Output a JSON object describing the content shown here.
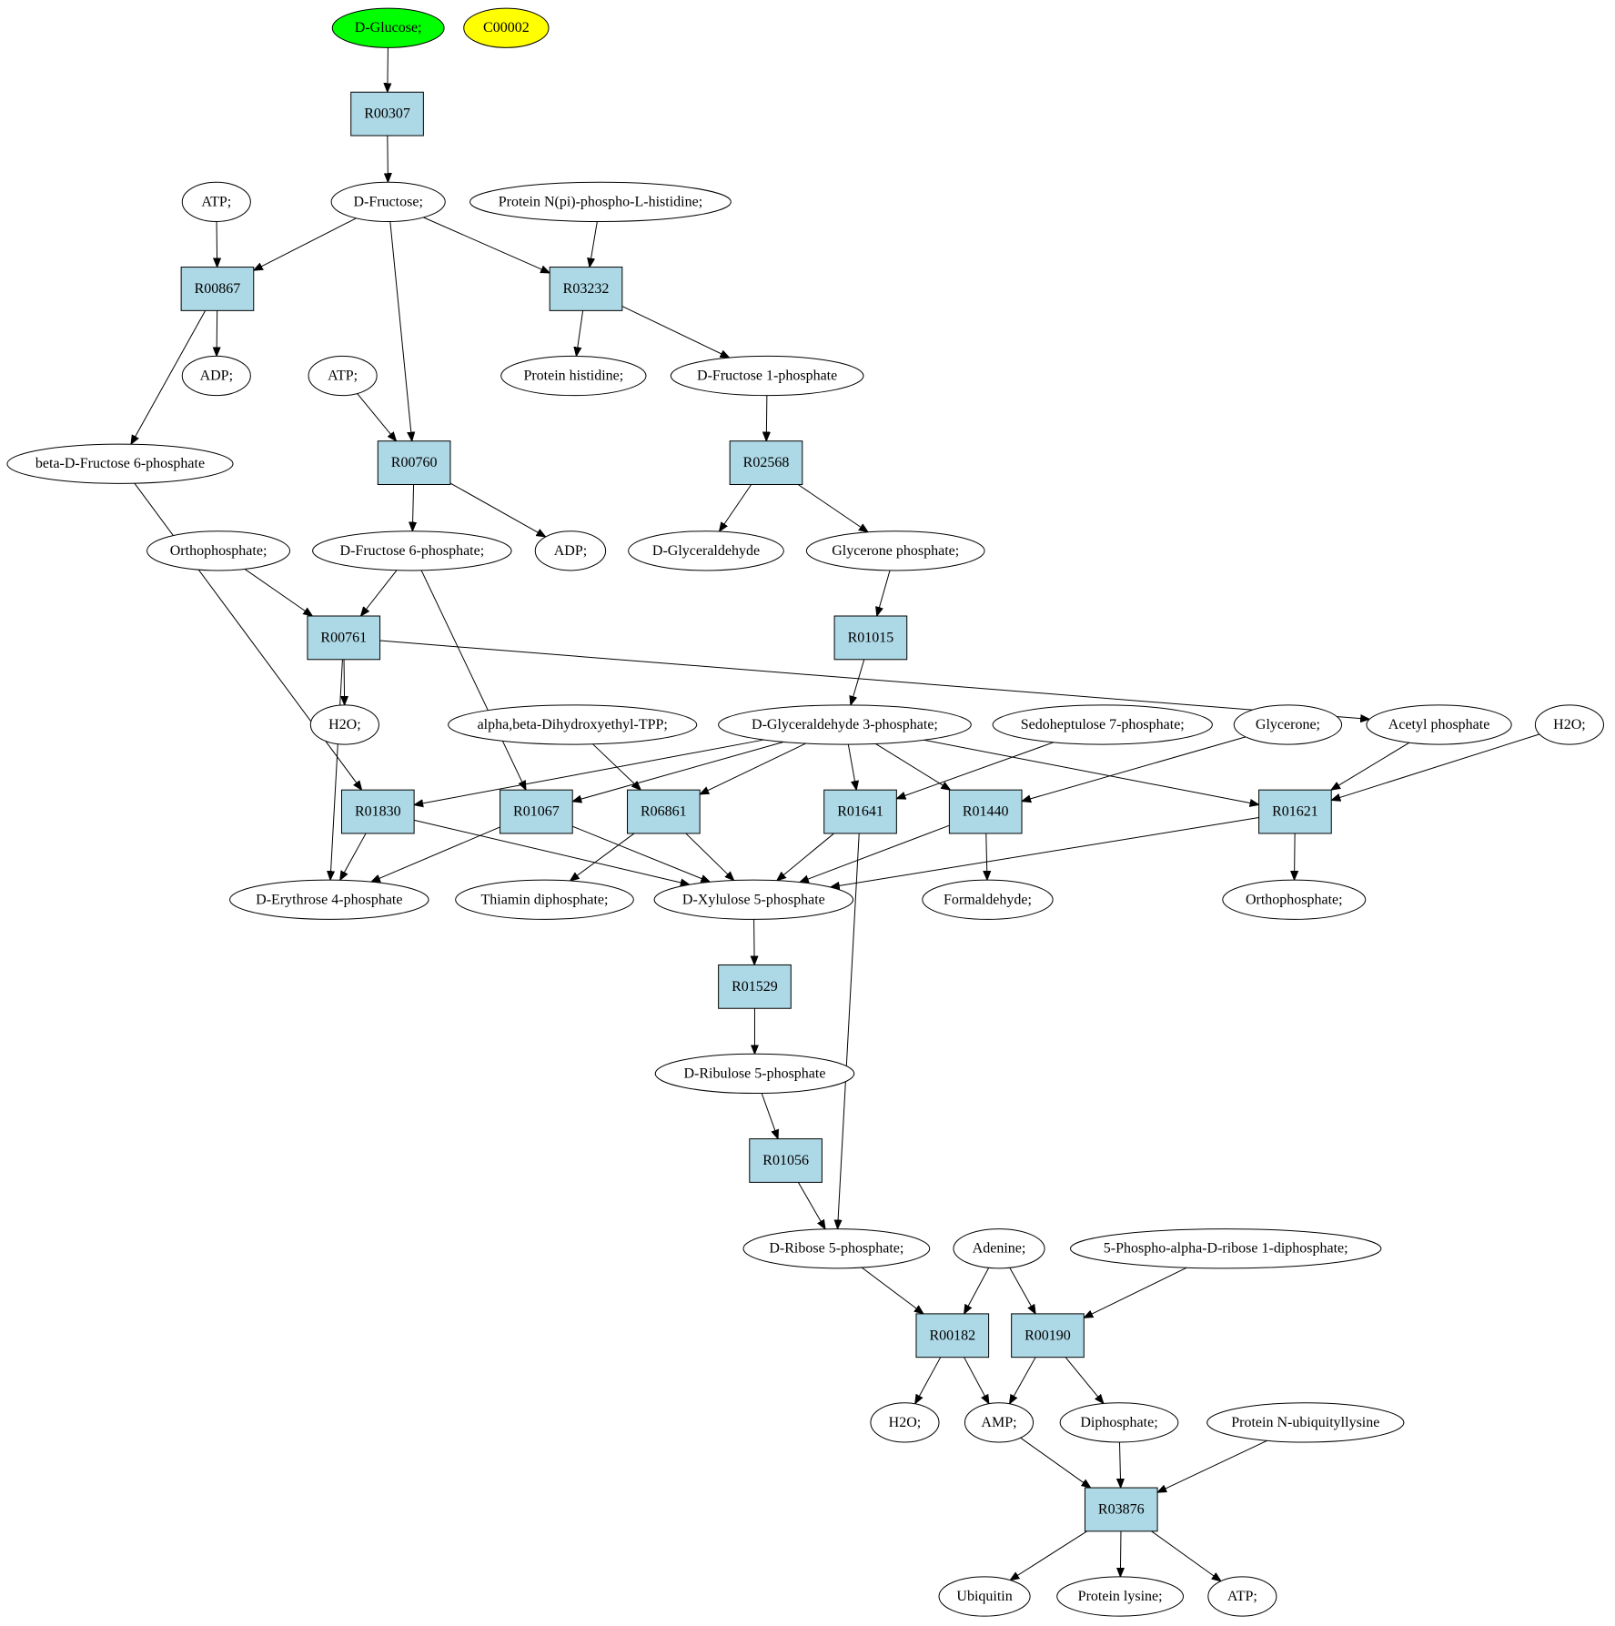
{
  "colors": {
    "reaction_fill": "#add8e6",
    "compound_fill": "#ffffff",
    "start_fill": "#00ff00",
    "highlight_fill": "#ffff00",
    "stroke": "#000000"
  },
  "compounds": [
    {
      "id": "glucose",
      "label": "D-Glucose;",
      "fill": "#00ff00"
    },
    {
      "id": "c00002",
      "label": "C00002",
      "fill": "#ffff00"
    },
    {
      "id": "fructose",
      "label": "D-Fructose;"
    },
    {
      "id": "atp1",
      "label": "ATP;"
    },
    {
      "id": "protNpi",
      "label": "Protein N(pi)-phospho-L-histidine;"
    },
    {
      "id": "adp1",
      "label": "ADP;"
    },
    {
      "id": "atp2",
      "label": "ATP;"
    },
    {
      "id": "protHis",
      "label": "Protein histidine;"
    },
    {
      "id": "f1p",
      "label": "D-Fructose 1-phosphate"
    },
    {
      "id": "bf6p",
      "label": "beta-D-Fructose 6-phosphate"
    },
    {
      "id": "orthoP1",
      "label": "Orthophosphate;"
    },
    {
      "id": "f6p",
      "label": "D-Fructose 6-phosphate;"
    },
    {
      "id": "adp2",
      "label": "ADP;"
    },
    {
      "id": "dglyc",
      "label": "D-Glyceraldehyde"
    },
    {
      "id": "dhap",
      "label": "Glycerone phosphate;"
    },
    {
      "id": "h2o1",
      "label": "H2O;"
    },
    {
      "id": "abDHE",
      "label": "alpha,beta-Dihydroxyethyl-TPP;"
    },
    {
      "id": "g3p",
      "label": "D-Glyceraldehyde 3-phosphate;"
    },
    {
      "id": "s7p",
      "label": "Sedoheptulose 7-phosphate;"
    },
    {
      "id": "glycerone",
      "label": "Glycerone;"
    },
    {
      "id": "acetylP",
      "label": "Acetyl phosphate"
    },
    {
      "id": "h2o2",
      "label": "H2O;"
    },
    {
      "id": "e4p",
      "label": "D-Erythrose 4-phosphate"
    },
    {
      "id": "tpp",
      "label": "Thiamin diphosphate;"
    },
    {
      "id": "x5p",
      "label": "D-Xylulose 5-phosphate"
    },
    {
      "id": "formald",
      "label": "Formaldehyde;"
    },
    {
      "id": "orthoP2",
      "label": "Orthophosphate;"
    },
    {
      "id": "ru5p",
      "label": "D-Ribulose 5-phosphate"
    },
    {
      "id": "r5p",
      "label": "D-Ribose 5-phosphate;"
    },
    {
      "id": "adenine",
      "label": "Adenine;"
    },
    {
      "id": "prpp",
      "label": "5-Phospho-alpha-D-ribose 1-diphosphate;"
    },
    {
      "id": "h2o3",
      "label": "H2O;"
    },
    {
      "id": "amp",
      "label": "AMP;"
    },
    {
      "id": "diphos",
      "label": "Diphosphate;"
    },
    {
      "id": "protNub",
      "label": "Protein N-ubiquityllysine"
    },
    {
      "id": "ubiq",
      "label": "Ubiquitin"
    },
    {
      "id": "protLys",
      "label": "Protein lysine;"
    },
    {
      "id": "atp3",
      "label": "ATP;"
    }
  ],
  "reactions": [
    {
      "id": "R00307",
      "label": "R00307"
    },
    {
      "id": "R00867",
      "label": "R00867"
    },
    {
      "id": "R03232",
      "label": "R03232"
    },
    {
      "id": "R00760",
      "label": "R00760"
    },
    {
      "id": "R02568",
      "label": "R02568"
    },
    {
      "id": "R00761",
      "label": "R00761"
    },
    {
      "id": "R01015",
      "label": "R01015"
    },
    {
      "id": "R01830",
      "label": "R01830"
    },
    {
      "id": "R01067",
      "label": "R01067"
    },
    {
      "id": "R06861",
      "label": "R06861"
    },
    {
      "id": "R01641",
      "label": "R01641"
    },
    {
      "id": "R01440",
      "label": "R01440"
    },
    {
      "id": "R01621",
      "label": "R01621"
    },
    {
      "id": "R01529",
      "label": "R01529"
    },
    {
      "id": "R01056",
      "label": "R01056"
    },
    {
      "id": "R00182",
      "label": "R00182"
    },
    {
      "id": "R00190",
      "label": "R00190"
    },
    {
      "id": "R03876",
      "label": "R03876"
    }
  ],
  "edges": [
    [
      "glucose",
      "R00307"
    ],
    [
      "R00307",
      "fructose"
    ],
    [
      "atp1",
      "R00867"
    ],
    [
      "fructose",
      "R00867"
    ],
    [
      "R00867",
      "adp1"
    ],
    [
      "R00867",
      "bf6p"
    ],
    [
      "fructose",
      "R03232"
    ],
    [
      "protNpi",
      "R03232"
    ],
    [
      "R03232",
      "protHis"
    ],
    [
      "R03232",
      "f1p"
    ],
    [
      "fructose",
      "R00760"
    ],
    [
      "atp2",
      "R00760"
    ],
    [
      "R00760",
      "f6p"
    ],
    [
      "R00760",
      "adp2"
    ],
    [
      "f1p",
      "R02568"
    ],
    [
      "R02568",
      "dglyc"
    ],
    [
      "R02568",
      "dhap"
    ],
    [
      "orthoP1",
      "R00761"
    ],
    [
      "f6p",
      "R00761"
    ],
    [
      "R00761",
      "h2o1"
    ],
    [
      "R00761",
      "e4p"
    ],
    [
      "R00761",
      "acetylP"
    ],
    [
      "dhap",
      "R01015"
    ],
    [
      "R01015",
      "g3p"
    ],
    [
      "bf6p",
      "R01830"
    ],
    [
      "g3p",
      "R01830"
    ],
    [
      "R01830",
      "e4p"
    ],
    [
      "R01830",
      "x5p"
    ],
    [
      "f6p",
      "R01067"
    ],
    [
      "g3p",
      "R01067"
    ],
    [
      "R01067",
      "e4p"
    ],
    [
      "R01067",
      "x5p"
    ],
    [
      "abDHE",
      "R06861"
    ],
    [
      "g3p",
      "R06861"
    ],
    [
      "R06861",
      "tpp"
    ],
    [
      "R06861",
      "x5p"
    ],
    [
      "g3p",
      "R01641"
    ],
    [
      "s7p",
      "R01641"
    ],
    [
      "R01641",
      "x5p"
    ],
    [
      "R01641",
      "r5p"
    ],
    [
      "g3p",
      "R01440"
    ],
    [
      "glycerone",
      "R01440"
    ],
    [
      "R01440",
      "x5p"
    ],
    [
      "R01440",
      "formald"
    ],
    [
      "g3p",
      "R01621"
    ],
    [
      "acetylP",
      "R01621"
    ],
    [
      "h2o2",
      "R01621"
    ],
    [
      "R01621",
      "x5p"
    ],
    [
      "R01621",
      "orthoP2"
    ],
    [
      "x5p",
      "R01529"
    ],
    [
      "R01529",
      "ru5p"
    ],
    [
      "ru5p",
      "R01056"
    ],
    [
      "R01056",
      "r5p"
    ],
    [
      "r5p",
      "R00182"
    ],
    [
      "adenine",
      "R00182"
    ],
    [
      "R00182",
      "h2o3"
    ],
    [
      "R00182",
      "amp"
    ],
    [
      "adenine",
      "R00190"
    ],
    [
      "prpp",
      "R00190"
    ],
    [
      "R00190",
      "amp"
    ],
    [
      "R00190",
      "diphos"
    ],
    [
      "amp",
      "R03876"
    ],
    [
      "diphos",
      "R03876"
    ],
    [
      "protNub",
      "R03876"
    ],
    [
      "R03876",
      "ubiq"
    ],
    [
      "R03876",
      "protLys"
    ],
    [
      "R03876",
      "atp3"
    ]
  ]
}
